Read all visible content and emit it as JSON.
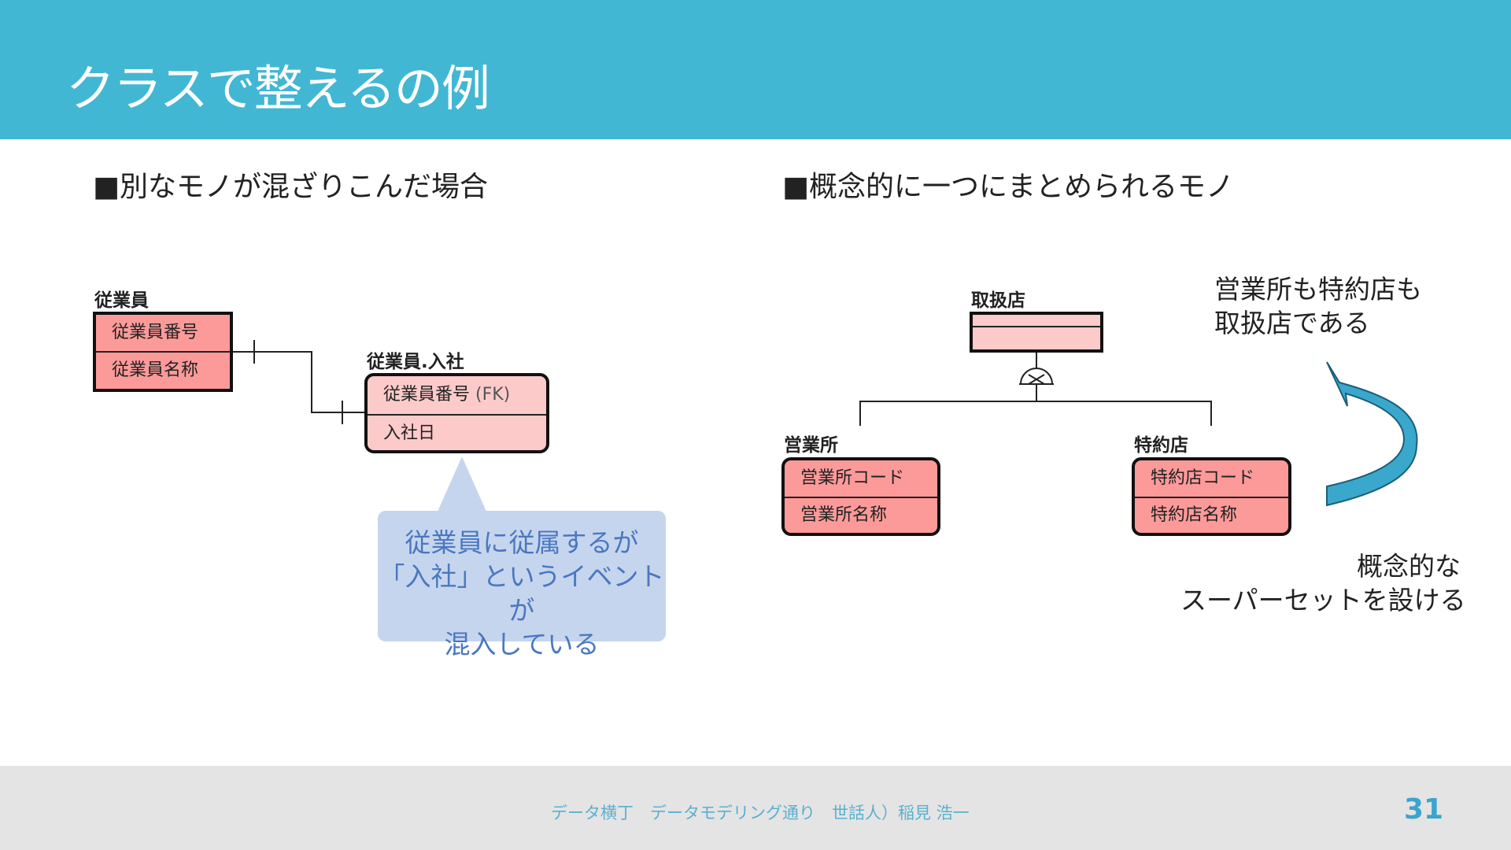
{
  "slide": {
    "title": "クラスで整えるの例",
    "left_heading": "■別なモノが混ざりこんだ場合",
    "right_heading": "■概念的に一つにまとめられるモノ"
  },
  "left_diagram": {
    "employee": {
      "name": "従業員",
      "attrs": [
        "従業員番号",
        "従業員名称"
      ]
    },
    "hire": {
      "name": "従業員.入社",
      "attr1": "従業員番号",
      "attr1_suffix": "(FK)",
      "attr2": "入社日"
    },
    "callout_lines": [
      "従業員に従属するが",
      "「入社」というイベントが",
      "混入している"
    ]
  },
  "right_diagram": {
    "super": {
      "name": "取扱店"
    },
    "sub1": {
      "name": "営業所",
      "attrs": [
        "営業所コード",
        "営業所名称"
      ]
    },
    "sub2": {
      "name": "特約店",
      "attrs": [
        "特約店コード",
        "特約店名称"
      ]
    },
    "note_top": [
      "営業所も特約店も",
      "取扱店である"
    ],
    "note_bottom": [
      "概念的な",
      "スーパーセットを設ける"
    ]
  },
  "footer": {
    "text": "データ横丁　データモデリング通り　世話人）稲見 浩一",
    "page": "31"
  },
  "colors": {
    "header": "#42b7d3",
    "entity": "#fc9a9a",
    "entity_light": "#fdcaca",
    "callout": "#c6d5ee",
    "arrow": "#3aa8cc"
  }
}
